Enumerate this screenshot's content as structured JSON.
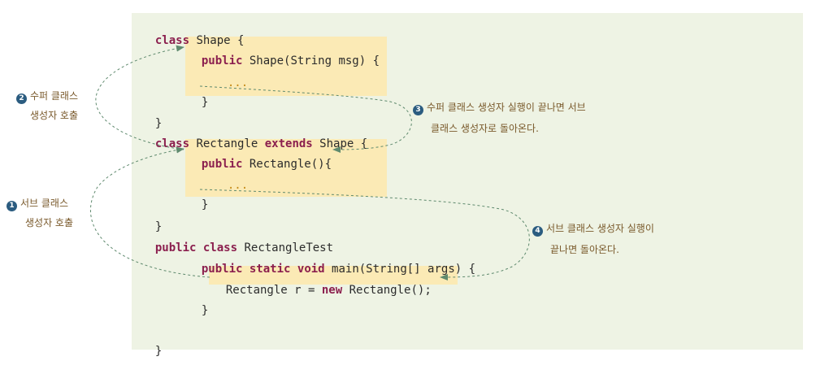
{
  "code": {
    "lines": [
      [
        "",
        "class",
        " Shape {"
      ],
      [
        "",
        "public",
        " Shape(String msg) {"
      ],
      [
        "",
        "",
        "..."
      ],
      [
        "",
        "",
        "}"
      ],
      [
        "",
        "",
        "}"
      ],
      [
        "",
        "class",
        " Rectangle ",
        "extends",
        " Shape {"
      ],
      [
        "",
        "public",
        " Rectangle(){"
      ],
      [
        "",
        "",
        "..."
      ],
      [
        "",
        "",
        "}"
      ],
      [
        "",
        "",
        "}"
      ],
      [
        "",
        "public",
        " ",
        "class",
        " RectangleTest"
      ],
      [
        "",
        "public",
        " ",
        "static",
        " ",
        "void",
        " main(String[] args) {"
      ],
      [
        "",
        "",
        "Rectangle r = ",
        "new",
        " Rectangle();"
      ],
      [
        "",
        "",
        "}"
      ],
      [
        "",
        "",
        "}"
      ]
    ]
  },
  "notes": {
    "n1": {
      "num": "1",
      "line1": "서브 클래스",
      "line2": "생성자 호출"
    },
    "n2": {
      "num": "2",
      "line1": "수퍼 클래스",
      "line2": "생성자 호출"
    },
    "n3": {
      "num": "3",
      "line1": "수퍼 클래스 생성자 실행이 끝나면 서브",
      "line2": "클래스 생성자로 돌아온다."
    },
    "n4": {
      "num": "4",
      "line1": "서브 클래스 생성자 실행이",
      "line2": "끝나면 돌아온다."
    }
  },
  "colors": {
    "keyword": "#8b1f4e",
    "panel": "#eef3e4",
    "highlight": "#fbeab5",
    "arrow": "#5f8a6e",
    "note_text": "#7a5a2c",
    "badge": "#2b5c80"
  }
}
